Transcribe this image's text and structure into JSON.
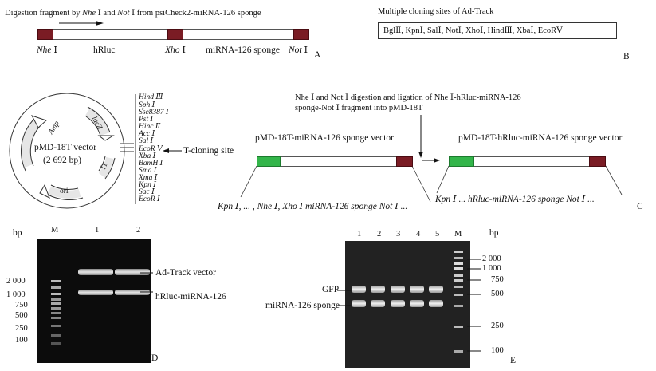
{
  "panel_a": {
    "title_prefix": "Digestion fragment by ",
    "title_enzyme1": "Nhe",
    "title_mid": " Ⅰ and ",
    "title_enzyme2": "Not",
    "title_suffix": " Ⅰ from psiCheck2-miRNA-126 sponge",
    "label_nhe": "Nhe",
    "label_nhe_num": "Ⅰ",
    "label_hrluc": "hRluc",
    "label_xho": "Xho",
    "label_xho_num": "Ⅰ",
    "label_sponge": "miRNA-126 sponge",
    "label_not": "Not",
    "label_not_num": "Ⅰ",
    "panel_letter": "A"
  },
  "panel_b": {
    "title": "Multiple cloning sites of Ad-Track",
    "sites": "BglⅡ, KpnⅠ, SalⅠ, NotⅠ, XhoⅠ, HindⅢ, XbaⅠ, EcoRⅤ",
    "panel_letter": "B"
  },
  "panel_c": {
    "plasmid_name": "pMD-18T vector",
    "plasmid_size": "(2 692 bp)",
    "arc_labels": [
      "Amp",
      "lacZ",
      "f1",
      "ori"
    ],
    "mcs_sites": [
      "Hind Ⅲ",
      "Sph Ⅰ",
      "Sse8387 Ⅰ",
      "Pst Ⅰ",
      "Hinc Ⅱ",
      "Acc Ⅰ",
      "Sal Ⅰ",
      "EcoR Ⅴ",
      "Xba Ⅰ",
      "BamH Ⅰ",
      "Sma Ⅰ",
      "Xma Ⅰ",
      "Kpn Ⅰ",
      "Sac Ⅰ",
      "EcoR Ⅰ"
    ],
    "cloning_site_label": "T-cloning site",
    "ligation_note_line1": "Nhe Ⅰ and Not Ⅰ digestion and ligation of Nhe Ⅰ-hRluc-miRNA-126",
    "ligation_note_line2": "sponge-Not Ⅰ fragment into pMD-18T",
    "vector1_title": "pMD-18T-miRNA-126 sponge vector",
    "vector1_bottom": "Kpn Ⅰ, ... , Nhe Ⅰ, Xho Ⅰ miRNA-126 sponge Not Ⅰ ...",
    "vector2_title": "pMD-18T-hRluc-miRNA-126 sponge vector",
    "vector2_bottom": "Kpn Ⅰ ... hRluc-miRNA-126 sponge Not Ⅰ ...",
    "panel_letter": "C"
  },
  "panel_d": {
    "unit": "bp",
    "lanes": [
      "M",
      "1",
      "2"
    ],
    "ladder": [
      "2 000",
      "1 000",
      "750",
      "500",
      "250",
      "100"
    ],
    "band_labels": [
      "Ad-Track vector",
      "hRluc-miRNA-126"
    ],
    "panel_letter": "D"
  },
  "panel_e": {
    "unit": "bp",
    "lanes": [
      "1",
      "2",
      "3",
      "4",
      "5",
      "M"
    ],
    "ladder": [
      "2 000",
      "1 000",
      "750",
      "500",
      "250",
      "100"
    ],
    "band_labels": [
      "GFP",
      "miRNA-126 sponge"
    ],
    "panel_letter": "E"
  }
}
